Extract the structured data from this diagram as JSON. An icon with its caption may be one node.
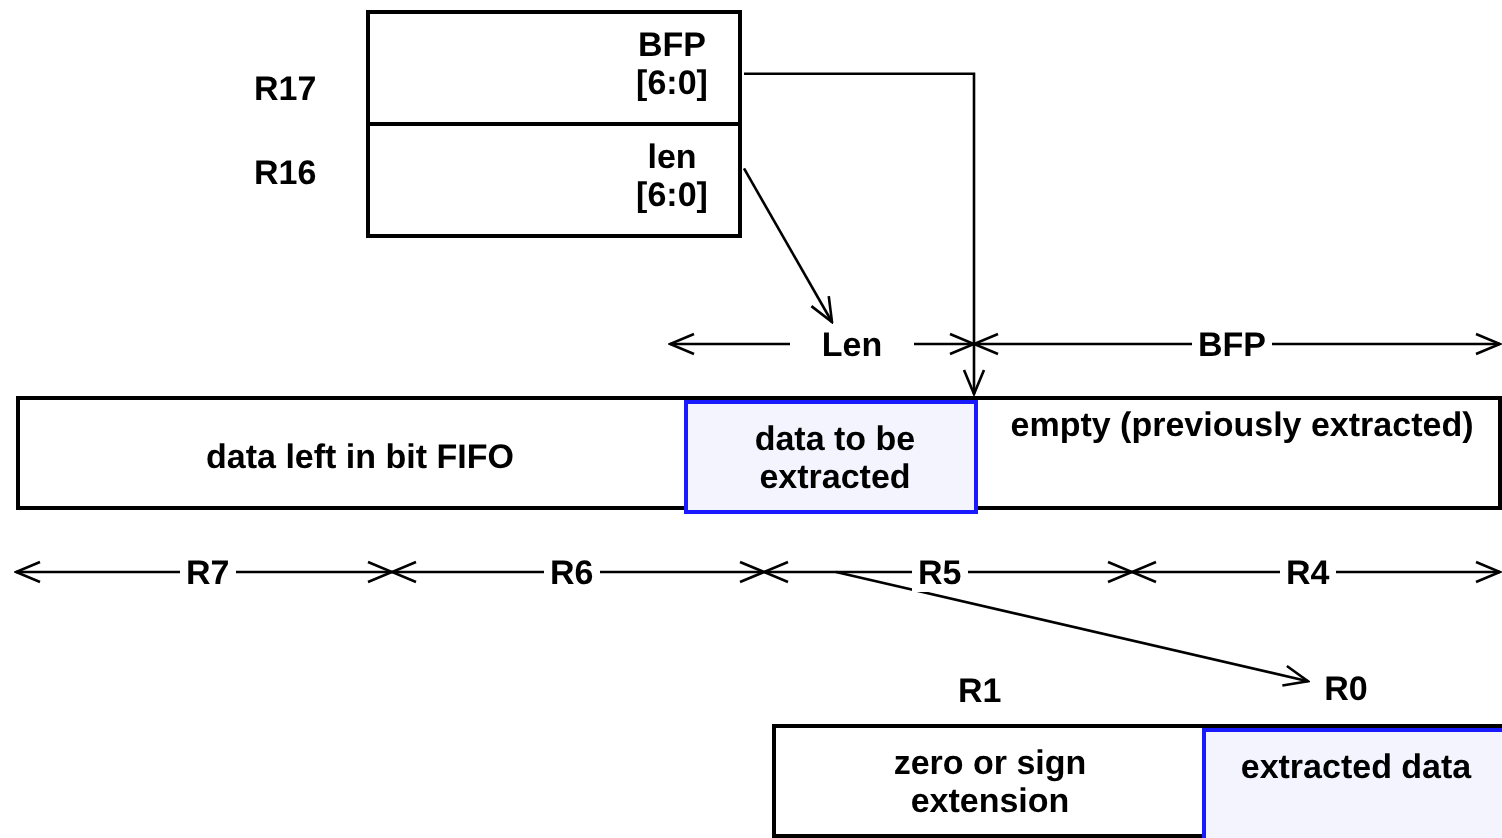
{
  "diagram": {
    "nodes": [
      {
        "text": [
          "BFP [6:0]"
        ],
        "beside": [
          "R17"
        ]
      },
      {
        "text": [
          "len [6:0]"
        ],
        "beside": [
          "R16"
        ]
      },
      {
        "text": [
          "Len"
        ]
      },
      {
        "text": [
          "data left in bit FIFO",
          "empty (previously extracted)"
        ]
      },
      {
        "text": [
          "data to be extracted"
        ],
        "in": 3
      },
      {
        "text": [
          "R0"
        ]
      },
      {
        "text": [
          "zero or sign extension"
        ]
      },
      {
        "text": [
          "extracted data"
        ],
        "in": 6
      }
    ],
    "edges": [
      {
        "from": 0,
        "to": 3,
        "arrow": "to"
      },
      {
        "from": 1,
        "to": 2,
        "arrow": "to"
      },
      {
        "from": null,
        "to": 5,
        "arrow": "to"
      }
    ],
    "labels": [
      "BFP",
      "R7",
      "R6",
      "R5",
      "R4",
      "R1"
    ]
  }
}
